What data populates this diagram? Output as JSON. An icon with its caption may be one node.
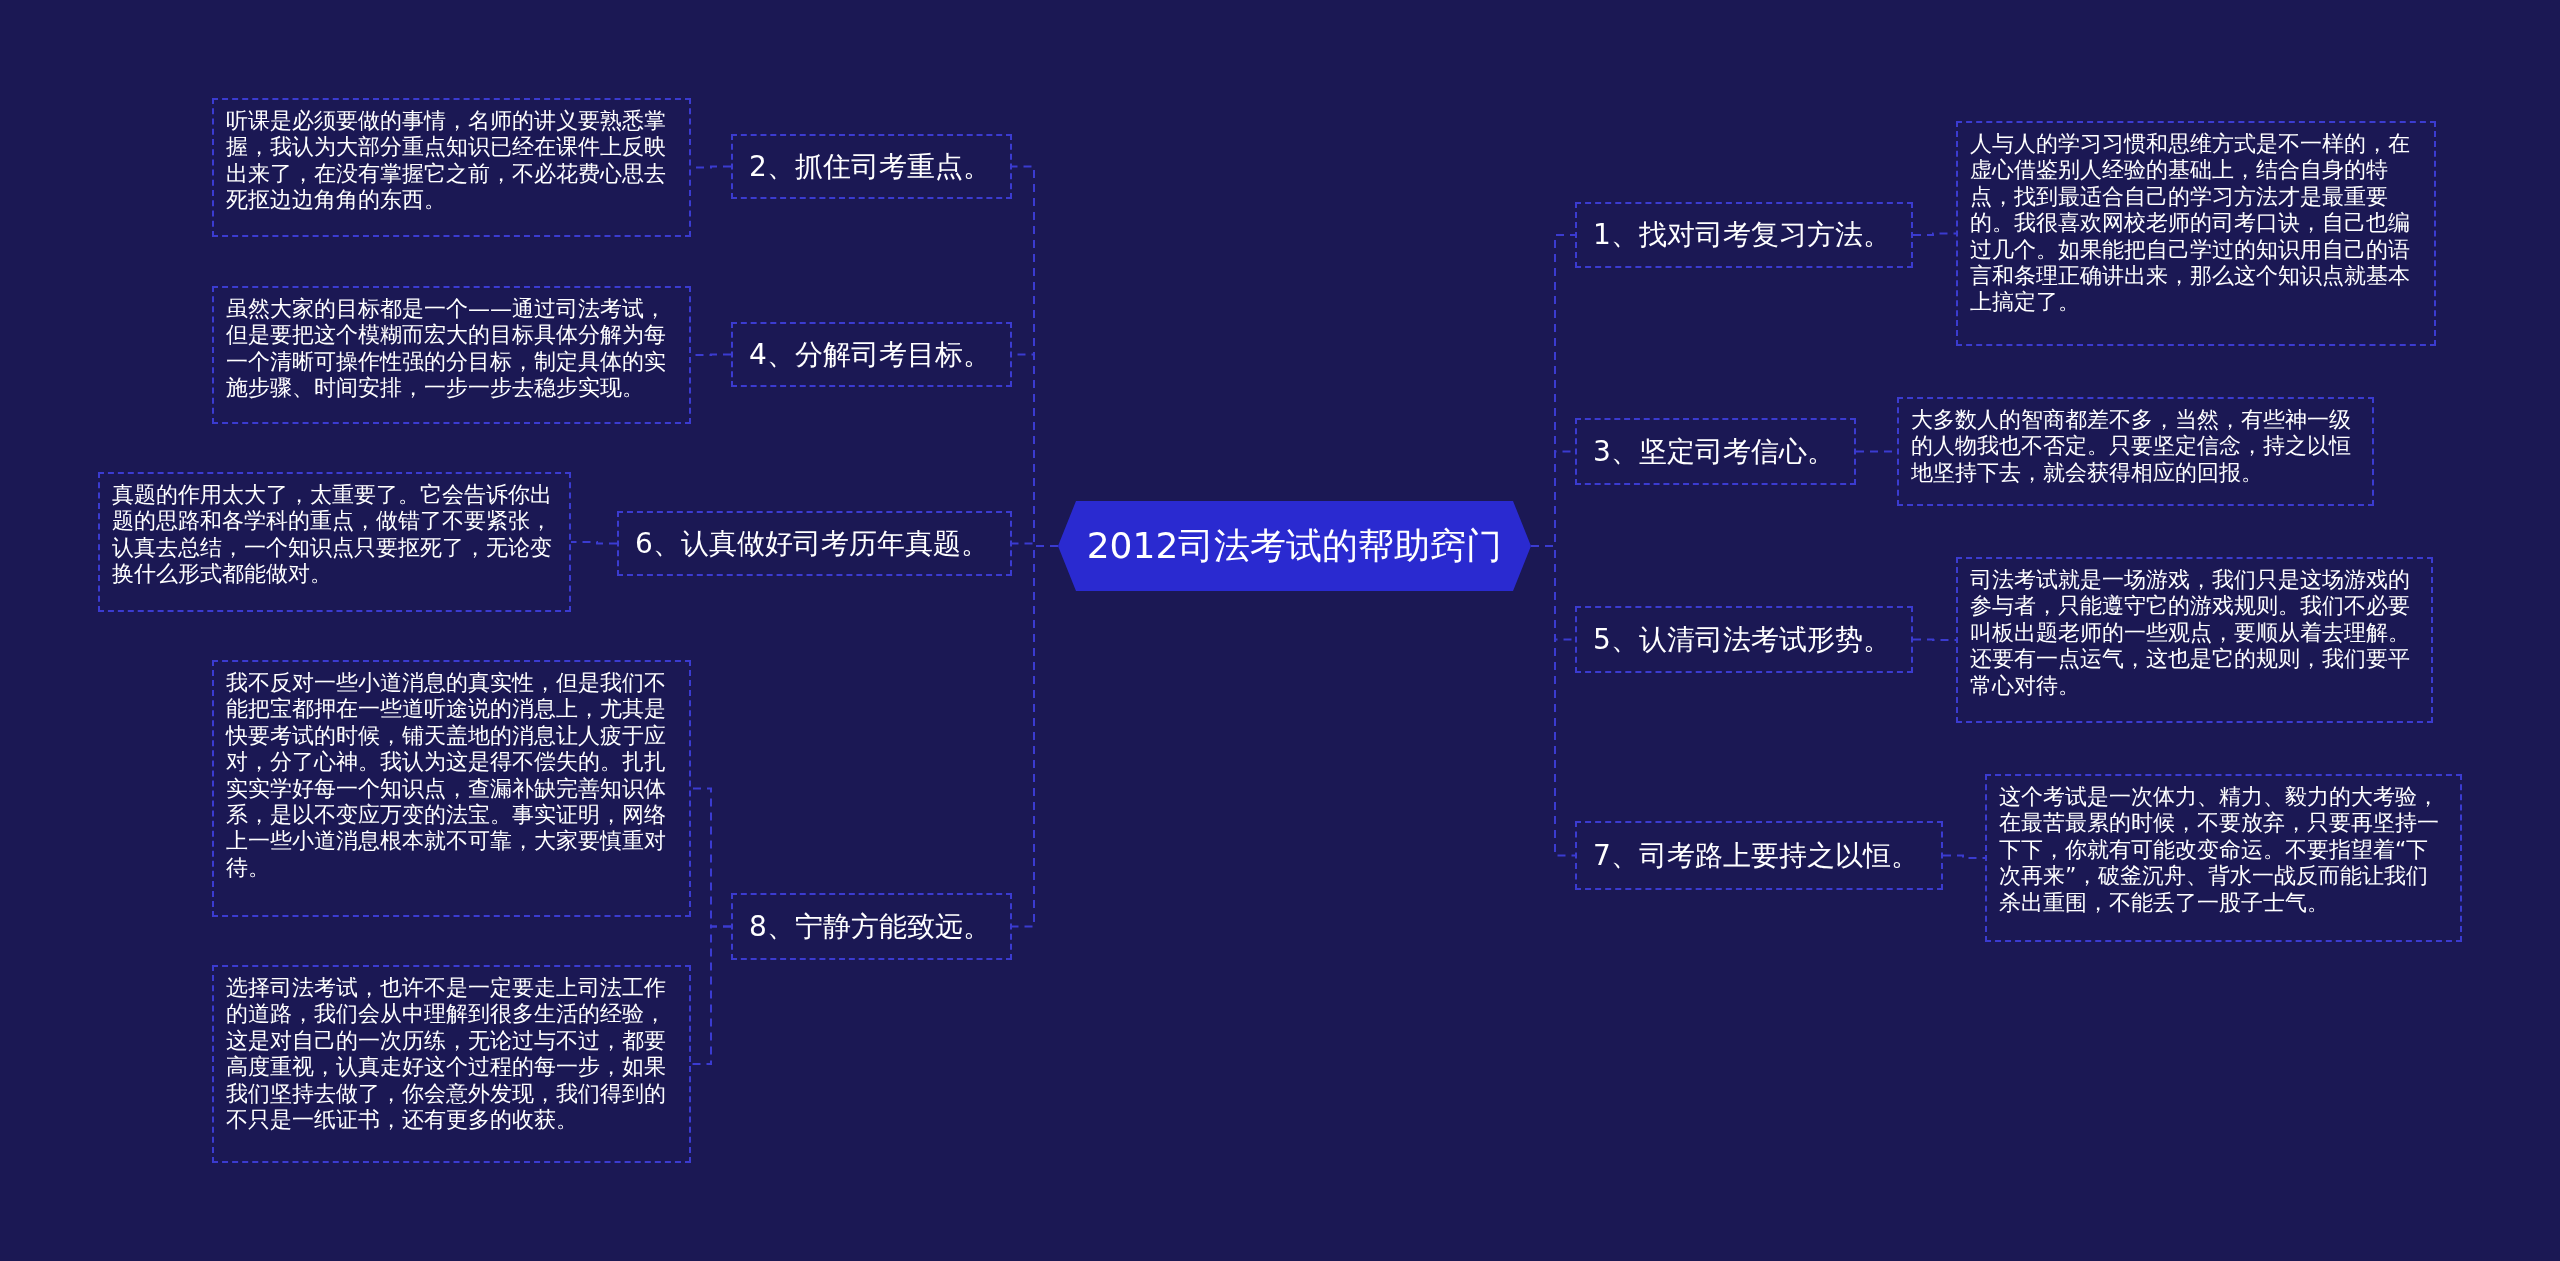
{
  "diagram": {
    "nodes": [
      {
        "text": [
          "2012司法考试的帮助窍门"
        ]
      },
      {
        "text": [
          "2、抓住司考重点。"
        ]
      },
      {
        "text": [
          "听课是必须要做的事情，名师的讲义要熟悉掌握，我认为大部分重点知识已经在课件上反映出来了，在没有掌握它之前，不必花费心思去死抠边边角角的东西。"
        ]
      },
      {
        "text": [
          "4、分解司考目标。"
        ]
      },
      {
        "text": [
          "虽然大家的目标都是一个——通过司法考试，但是要把这个模糊而宏大的目标具体分解为每一个清晰可操作性强的分目标，制定具体的实施步骤、时间安排，一步一步去稳步实现。"
        ]
      },
      {
        "text": [
          "6、认真做好司考历年真题。"
        ]
      },
      {
        "text": [
          "真题的作用太大了，太重要了。它会告诉你出题的思路和各学科的重点，做错了不要紧张，认真去总结，一个知识点只要抠死了，无论变换什么形式都能做对。"
        ]
      },
      {
        "text": [
          "8、宁静方能致远。"
        ]
      },
      {
        "text": [
          "我不反对一些小道消息的真实性，但是我们不能把宝都押在一些道听途说的消息上，尤其是快要考试的时候，铺天盖地的消息让人疲于应对，分了心神。我认为这是得不偿失的。扎扎实实学好每一个知识点，查漏补缺完善知识体系，是以不变应万变的法宝。事实证明，网络上一些小道消息根本就不可靠，大家要慎重对待。"
        ]
      },
      {
        "text": [
          "选择司法考试，也许不是一定要走上司法工作的道路，我们会从中理解到很多生活的经验，这是对自己的一次历练，无论过与不过，都要高度重视，认真走好这个过程的每一步，如果我们坚持去做了，你会意外发现，我们得到的不只是一纸证书，还有更多的收获。"
        ]
      },
      {
        "text": [
          "1、找对司考复习方法。"
        ]
      },
      {
        "text": [
          "人与人的学习习惯和思维方式是不一样的，在虚心借鉴别人经验的基础上，结合自身的特点，找到最适合自己的学习方法才是最重要的。我很喜欢网校老师的司考口诀，自己也编过几个。如果能把自己学过的知识用自己的语言和条理正确讲出来，那么这个知识点就基本上搞定了。"
        ]
      },
      {
        "text": [
          "3、坚定司考信心。"
        ]
      },
      {
        "text": [
          "大多数人的智商都差不多，当然，有些神一级的人物我也不否定。只要坚定信念，持之以恒地坚持下去，就会获得相应的回报。"
        ]
      },
      {
        "text": [
          "5、认清司法考试形势。"
        ]
      },
      {
        "text": [
          "司法考试就是一场游戏，我们只是这场游戏的参与者，只能遵守它的游戏规则。我们不必要叫板出题老师的一些观点，要顺从着去理解。还要有一点运气，这也是它的规则，我们要平常心对待。"
        ]
      },
      {
        "text": [
          "7、司考路上要持之以恒。"
        ]
      },
      {
        "text": [
          "这个考试是一次体力、精力、毅力的大考验，在最苦最累的时候，不要放弃，只要再坚持一下下，你就有可能改变命运。不要指望着“下次再来”，破釜沉舟、背水一战反而能让我们杀出重围，不能丢了一股子士气。"
        ]
      }
    ],
    "edges": [
      {
        "from": 0,
        "to": 1,
        "arrow": "none"
      },
      {
        "from": 1,
        "to": 2,
        "arrow": "none"
      },
      {
        "from": 0,
        "to": 3,
        "arrow": "none"
      },
      {
        "from": 3,
        "to": 4,
        "arrow": "none"
      },
      {
        "from": 0,
        "to": 5,
        "arrow": "none"
      },
      {
        "from": 5,
        "to": 6,
        "arrow": "none"
      },
      {
        "from": 0,
        "to": 7,
        "arrow": "none"
      },
      {
        "from": 7,
        "to": 8,
        "arrow": "none"
      },
      {
        "from": 7,
        "to": 9,
        "arrow": "none"
      },
      {
        "from": 0,
        "to": 10,
        "arrow": "none"
      },
      {
        "from": 10,
        "to": 11,
        "arrow": "none"
      },
      {
        "from": 0,
        "to": 12,
        "arrow": "none"
      },
      {
        "from": 12,
        "to": 13,
        "arrow": "none"
      },
      {
        "from": 0,
        "to": 14,
        "arrow": "none"
      },
      {
        "from": 14,
        "to": 15,
        "arrow": "none"
      },
      {
        "from": 0,
        "to": 16,
        "arrow": "none"
      },
      {
        "from": 16,
        "to": 17,
        "arrow": "none"
      }
    ]
  }
}
